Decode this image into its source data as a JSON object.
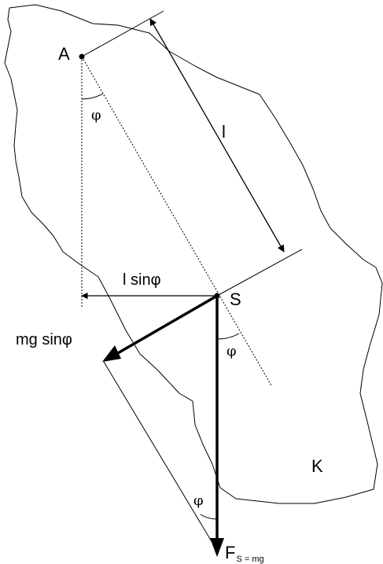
{
  "diagram": {
    "body_label": "K",
    "pivot_label": "A",
    "center_label": "S",
    "length_label": "l",
    "arm_label": "l sinφ",
    "tangential_force_label": "mg sinφ",
    "weight_force_label": "F",
    "weight_force_subscript": "S = mg",
    "angle_label_top": "φ",
    "angle_label_center": "φ",
    "angle_label_bottom": "φ"
  },
  "colors": {
    "ink": "#000000",
    "background": "#ffffff"
  }
}
